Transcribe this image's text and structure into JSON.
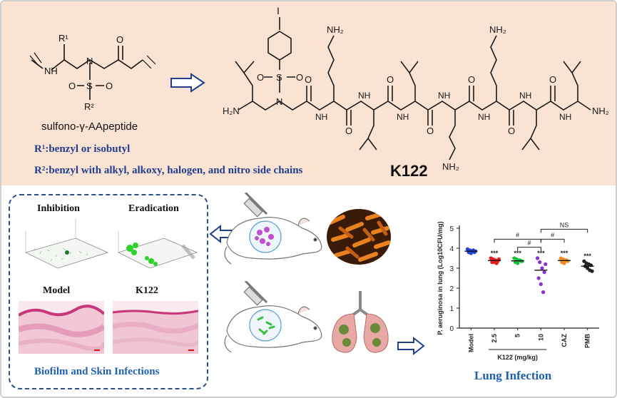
{
  "top": {
    "sulfono_label": "sulfono-γ-AApeptide",
    "r1_line": "R¹:benzyl or isobutyl",
    "r2_line": "R²:benzyl with alkyl, alkoxy, halogen, and nitro side chains",
    "compound_name": "K122",
    "atoms": {
      "R1": "R¹",
      "R2": "R²",
      "N": "N",
      "H": "H",
      "S": "S",
      "O": "O",
      "I": "I",
      "NH2": "NH₂",
      "H2N": "H₂N",
      "NH": "NH"
    }
  },
  "bottom_left": {
    "inhibition": "Inhibition",
    "eradication": "Eradication",
    "model": "Model",
    "k122": "K122",
    "caption": "Biofilm and Skin Infections"
  },
  "bottom_right": {
    "caption": "Lung Infection"
  },
  "chart_data": {
    "type": "scatter",
    "ylabel": "P. aeruginosa in lung (Log10CFU/mg)",
    "xlabel": "K122 (mg/kg)",
    "categories": [
      "Model",
      "2.5",
      "5",
      "10",
      "CAZ",
      "PMB"
    ],
    "ylim": [
      0,
      5
    ],
    "yticks": [
      0,
      1,
      2,
      3,
      4,
      5
    ],
    "colors": [
      "#1f3fd6",
      "#e8201f",
      "#1fbf3a",
      "#8b2fd0",
      "#f28a1e",
      "#222222"
    ],
    "points": [
      [
        3.95,
        3.9,
        3.85,
        3.8,
        3.8,
        3.75,
        3.9,
        3.85
      ],
      [
        3.5,
        3.45,
        3.4,
        3.35,
        3.3,
        3.3,
        3.25,
        3.45
      ],
      [
        3.5,
        3.45,
        3.4,
        3.35,
        3.3,
        3.25,
        3.4,
        3.35
      ],
      [
        3.5,
        3.3,
        3.0,
        2.8,
        2.5,
        2.2,
        1.8,
        3.2
      ],
      [
        3.5,
        3.45,
        3.4,
        3.35,
        3.3,
        3.25,
        3.4
      ],
      [
        3.35,
        3.25,
        3.2,
        3.15,
        3.1,
        3.0,
        2.9,
        2.85
      ]
    ],
    "means": [
      3.85,
      3.38,
      3.37,
      2.9,
      3.38,
      3.1
    ],
    "significance": [
      "",
      "***",
      "***",
      "***",
      "***",
      "***"
    ],
    "brackets": [
      {
        "from": "2.5",
        "to": "10",
        "label": "#"
      },
      {
        "from": "5",
        "to": "10",
        "label": "#"
      },
      {
        "from": "10",
        "to": "CAZ",
        "label": "#"
      },
      {
        "from": "10",
        "to": "PMB",
        "label": "NS"
      }
    ]
  }
}
